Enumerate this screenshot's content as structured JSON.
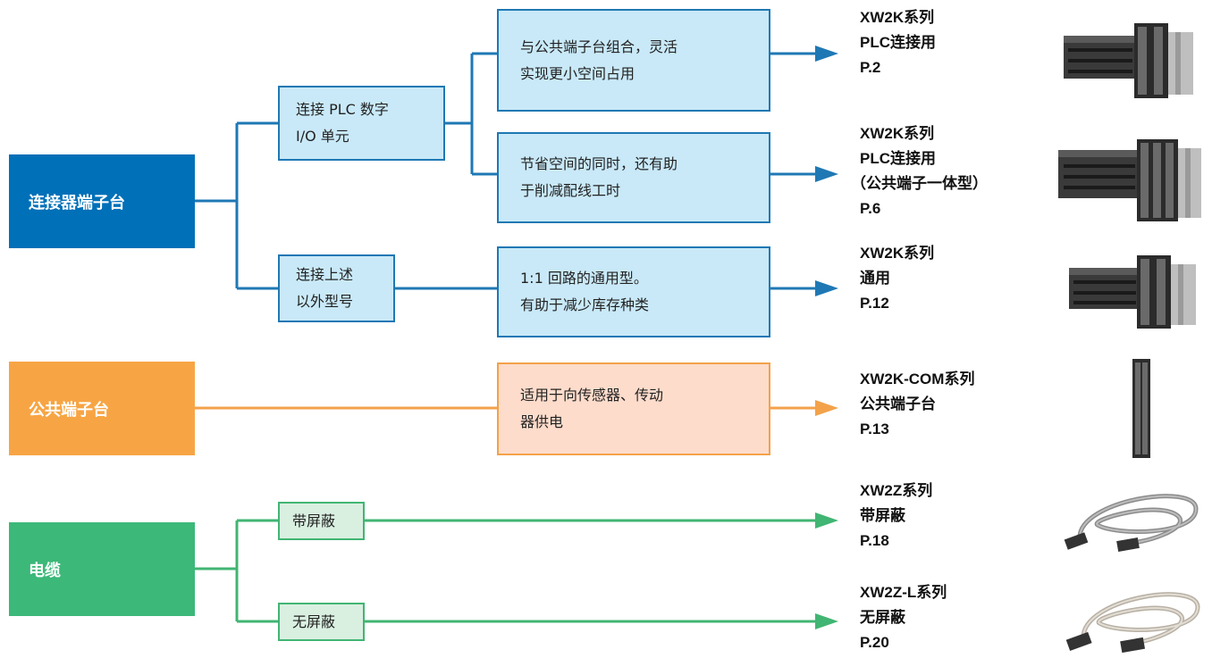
{
  "categories": {
    "connector": "连接器端子台",
    "common": "公共端子台",
    "cable": "电缆"
  },
  "nodes": {
    "plc_digital_io": "连接 PLC 数字\nI/O 单元",
    "other_models": "连接上述\n以外型号",
    "combine_common": "与公共端子台组合，灵活\n实现更小空间占用",
    "save_space": "节省空间的同时，还有助\n于削减配线工时",
    "general_purpose": "1:1 回路的通用型。\n有助于减少库存种类",
    "sensor_power": "适用于向传感器、传动\n器供电",
    "shielded": "带屏蔽",
    "unshielded": "无屏蔽"
  },
  "products": [
    {
      "series": "XW2K系列",
      "use": "PLC连接用",
      "page": "P.2"
    },
    {
      "series": "XW2K系列",
      "use": "PLC连接用",
      "note": "（公共端子一体型）",
      "page": "P.6"
    },
    {
      "series": "XW2K系列",
      "use": "通用",
      "page": "P.12"
    },
    {
      "series": "XW2K-COM系列",
      "use": "公共端子台",
      "page": "P.13"
    },
    {
      "series": "XW2Z系列",
      "use": "带屏蔽",
      "page": "P.18"
    },
    {
      "series": "XW2Z-L系列",
      "use": "无屏蔽",
      "page": "P.20"
    }
  ],
  "colors": {
    "blue": "#0070b8",
    "orange": "#f7a544",
    "green": "#3cb879",
    "line_blue": "#1f78b4",
    "line_orange": "#f3a24a",
    "line_green": "#41b573"
  }
}
